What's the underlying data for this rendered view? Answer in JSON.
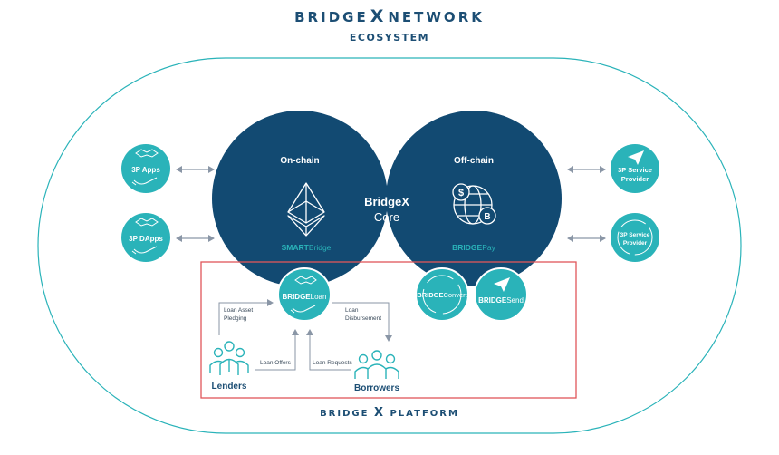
{
  "header": {
    "brand_left": "BRIDGE",
    "brand_x": "X",
    "brand_right": "NETWORK",
    "subtitle": "ECOSYSTEM"
  },
  "core": {
    "onchain_title": "On-chain",
    "offchain_title": "Off-chain",
    "center_line1": "BridgeX",
    "center_line2": "Core",
    "smartbridge_bold": "SMART",
    "smartbridge_light": "Bridge",
    "bridgepay_bold": "BRIDGE",
    "bridgepay_light": "Pay"
  },
  "left_nodes": [
    {
      "label": "3P Apps"
    },
    {
      "label": "3P DApps"
    }
  ],
  "right_nodes": [
    {
      "line1": "3P Service",
      "line2": "Provider"
    },
    {
      "line1": "3P Service",
      "line2": "Provider"
    }
  ],
  "platform_nodes": {
    "loan_bold": "BRIDGE",
    "loan_light": "Loan",
    "convert_bold": "BRIDGE",
    "convert_light": "Convert",
    "send_bold": "BRIDGE",
    "send_light": "Send"
  },
  "flows": {
    "pledging_line1": "Loan Asset",
    "pledging_line2": "Pledging",
    "disbursement_line1": "Loan",
    "disbursement_line2": "Disbursement",
    "offers": "Loan Offers",
    "requests": "Loan Requests"
  },
  "actors": {
    "lenders": "Lenders",
    "borrowers": "Borrowers"
  },
  "footer": {
    "left": "BRIDGE",
    "x": "X",
    "right": "PLATFORM"
  },
  "colors": {
    "navy": "#124a72",
    "teal": "#2ab3b9",
    "platform_border": "#e0565a",
    "text_navy": "#1c4e74"
  }
}
